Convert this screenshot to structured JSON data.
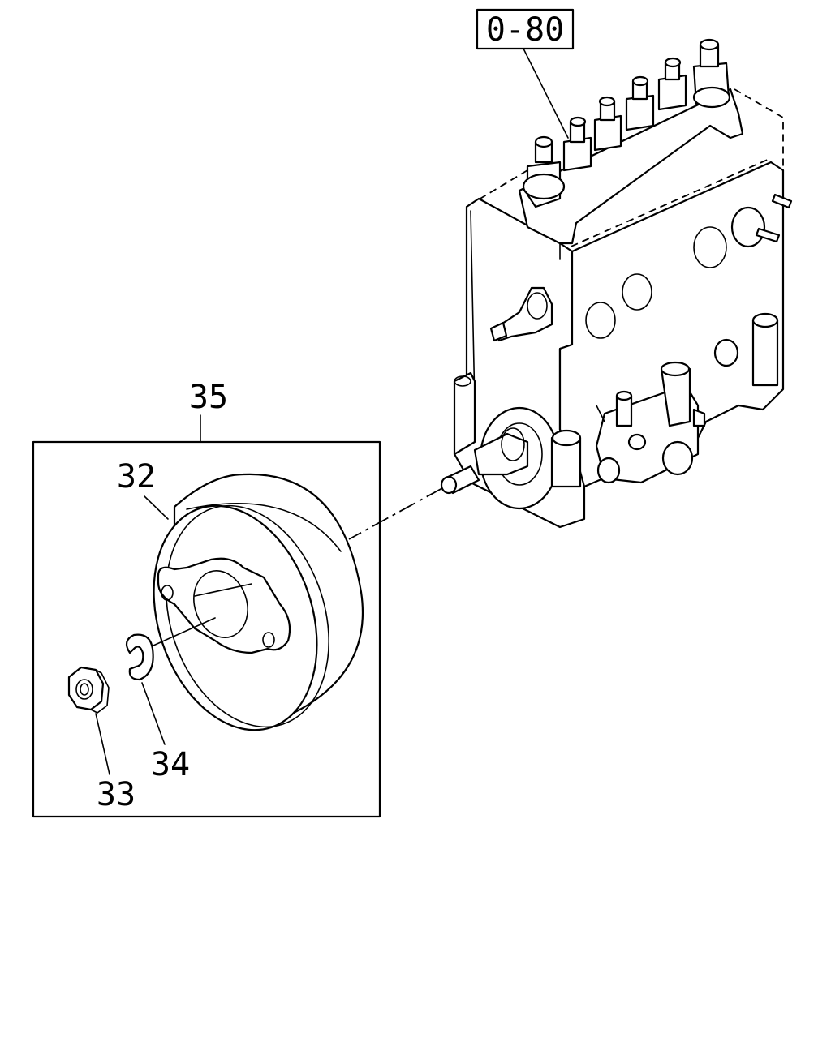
{
  "reference_box": {
    "label": "0-80"
  },
  "callouts": [
    {
      "id": "35",
      "label": "35"
    },
    {
      "id": "32",
      "label": "32"
    },
    {
      "id": "34",
      "label": "34"
    },
    {
      "id": "33",
      "label": "33"
    }
  ]
}
